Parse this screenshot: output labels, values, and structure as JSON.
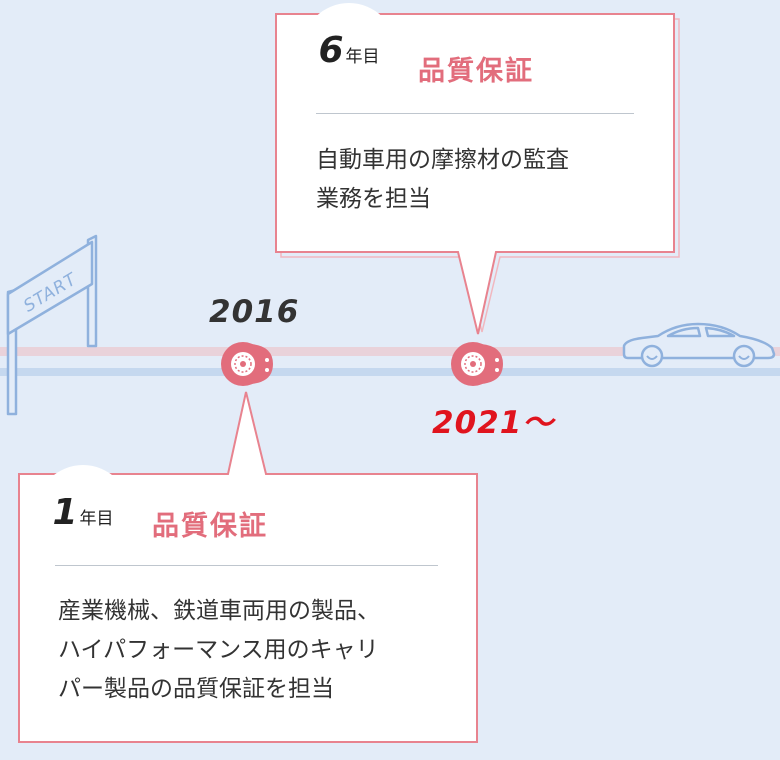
{
  "colors": {
    "background": "#e3ecf8",
    "accent_pink": "#e26d7c",
    "accent_red": "#e0141e",
    "card_border": "#e8838f",
    "line_blue": "#8fb1dd",
    "text_dark": "#333333"
  },
  "start_gate": {
    "label": "START",
    "icon": "start-gate-icon"
  },
  "timeline": {
    "milestones": [
      {
        "year": "2016",
        "icon": "brake-disc-icon"
      },
      {
        "year": "2021～",
        "icon": "brake-disc-icon"
      }
    ],
    "end_icon": "car-icon"
  },
  "cards": {
    "year6": {
      "badge_number": "6",
      "badge_unit": "年目",
      "title": "品質保証",
      "lines": [
        "自動車用の摩擦材の監査",
        "業務を担当"
      ]
    },
    "year1": {
      "badge_number": "1",
      "badge_unit": "年目",
      "title": "品質保証",
      "lines": [
        "産業機械、鉄道車両用の製品、",
        "ハイパフォーマンス用のキャリ",
        "パー製品の品質保証を担当"
      ]
    }
  }
}
